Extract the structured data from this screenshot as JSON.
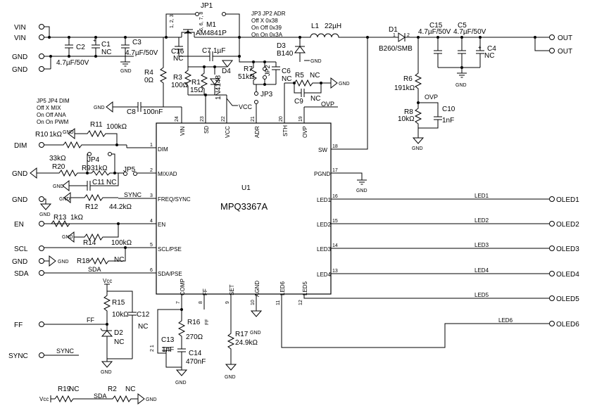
{
  "ic": {
    "ref": "U1",
    "part": "MPQ3367A"
  },
  "left_pins": [
    {
      "num": "1",
      "name": "DIM"
    },
    {
      "num": "2",
      "name": "MIX/AD"
    },
    {
      "num": "3",
      "name": "FREQ/SYNC"
    },
    {
      "num": "4",
      "name": "EN"
    },
    {
      "num": "5",
      "name": "SCL/PSE"
    },
    {
      "num": "6",
      "name": "SDA/PSE"
    }
  ],
  "right_pins": [
    {
      "num": "18",
      "name": "SW"
    },
    {
      "num": "17",
      "name": "PGND"
    },
    {
      "num": "16",
      "name": "LED1"
    },
    {
      "num": "15",
      "name": "LED2"
    },
    {
      "num": "14",
      "name": "LED3"
    },
    {
      "num": "13",
      "name": "LED4"
    }
  ],
  "top_pins": [
    {
      "num": "24",
      "name": "VIN"
    },
    {
      "num": "23",
      "name": "SD"
    },
    {
      "num": "22",
      "name": "VCC"
    },
    {
      "num": "21",
      "name": "ADR"
    },
    {
      "num": "20",
      "name": "STH"
    },
    {
      "num": "19",
      "name": "OVP"
    }
  ],
  "bottom_pins": [
    {
      "num": "7",
      "name": "COMP"
    },
    {
      "num": "8",
      "name": "FF"
    },
    {
      "num": "9",
      "name": "SET"
    },
    {
      "num": "10",
      "name": "AGND"
    },
    {
      "num": "11",
      "name": "LED6"
    },
    {
      "num": "12",
      "name": "LED5"
    }
  ],
  "input_connectors": [
    {
      "label": "VIN"
    },
    {
      "label": "VIN"
    },
    {
      "label": "GND"
    },
    {
      "label": "GND"
    },
    {
      "label": "DIM"
    },
    {
      "label": "GND"
    },
    {
      "label": "GND"
    },
    {
      "label": "EN"
    },
    {
      "label": "SCL"
    },
    {
      "label": "GND"
    },
    {
      "label": "SDA"
    },
    {
      "label": "FF"
    },
    {
      "label": "SYNC"
    }
  ],
  "output_connectors": [
    {
      "label": "OUT"
    },
    {
      "label": "OUT"
    },
    {
      "label": "OLED1"
    },
    {
      "label": "OLED2"
    },
    {
      "label": "OLED3"
    },
    {
      "label": "OLED4"
    },
    {
      "label": "OLED5"
    },
    {
      "label": "OLED6"
    }
  ],
  "net_labels": {
    "led": [
      "LED1",
      "LED2",
      "LED3",
      "LED4",
      "LED5",
      "LED6"
    ],
    "sync": "SYNC",
    "sda": "SDA",
    "ff": "FF",
    "ovp": "OVP",
    "vcc": "VCC",
    "vcc_small": "Vcc",
    "vcc_small2": "Vcc"
  },
  "gnd_label": "GND",
  "jp_tables": {
    "adr": {
      "header": "JP3 JP2 ADR",
      "rows": [
        "Off X    0x38",
        "On  Off  0x39",
        "On  On  0x3A"
      ]
    },
    "dim": {
      "header": "JP5 JP4 DIM",
      "rows": [
        "Off X    MIX",
        "On  Off  ANA",
        "On  On  PWM"
      ]
    }
  },
  "components": {
    "C2": {
      "ref": "C2"
    },
    "C1": {
      "ref": "C1",
      "value": "NC"
    },
    "C3": {
      "ref": "C3",
      "value": "4.7µF/50V"
    },
    "C2_val": "4.7µF/50V",
    "JP1": {
      "ref": "JP1"
    },
    "M1": {
      "ref": "M1",
      "value": "AM4841P",
      "pins_a": "1, 2, 3",
      "pins_b": "5, 6, 7, 8"
    },
    "C16": {
      "ref": "C16",
      "value": "NC"
    },
    "C7": {
      "ref": "C7",
      "value": "1µF"
    },
    "R4": {
      "ref": "R4",
      "value": "0Ω"
    },
    "R3": {
      "ref": "R3",
      "value": "100Ω"
    },
    "R1": {
      "ref": "R1",
      "value": "15Ω"
    },
    "D4": {
      "ref": "D4",
      "value": "1N4148"
    },
    "D3": {
      "ref": "D3",
      "value": "B140"
    },
    "R7": {
      "ref": "R7",
      "value": "51kΩ"
    },
    "JP2": {
      "ref": "JP2"
    },
    "JP3": {
      "ref": "JP3"
    },
    "C6": {
      "ref": "C6",
      "value": "NC"
    },
    "R5": {
      "ref": "R5",
      "value": "NC"
    },
    "C9": {
      "ref": "C9",
      "value": "NC"
    },
    "L1": {
      "ref": "L1",
      "value": "22µH"
    },
    "D1": {
      "ref": "D1",
      "value": "B260/SMB",
      "pin1": "1",
      "pin2": "2"
    },
    "C15": {
      "ref": "C15",
      "value": "4.7µF/50V"
    },
    "C5": {
      "ref": "C5",
      "value": "4.7µF/50V"
    },
    "C4": {
      "ref": "C4",
      "value": "NC"
    },
    "R6": {
      "ref": "R6",
      "value": "191kΩ"
    },
    "R8": {
      "ref": "R8",
      "value": "10kΩ"
    },
    "C10": {
      "ref": "C10",
      "value": "1nF"
    },
    "C8": {
      "ref": "C8",
      "value": "100nF"
    },
    "R11": {
      "ref": "R11",
      "value": "100kΩ"
    },
    "R10": {
      "ref": "R10",
      "value": "1kΩ"
    },
    "R20": {
      "ref": "R20",
      "value": "33kΩ"
    },
    "JP4": {
      "ref": "JP4"
    },
    "R9": {
      "ref": "R9",
      "value": "31kΩ"
    },
    "JP5": {
      "ref": "JP5"
    },
    "C11": {
      "ref": "C11",
      "value": "NC"
    },
    "R12": {
      "ref": "R12",
      "value": "44.2kΩ"
    },
    "R13": {
      "ref": "R13",
      "value": "1kΩ"
    },
    "R14": {
      "ref": "R14",
      "value": "100kΩ"
    },
    "R18": {
      "ref": "R18",
      "value": "NC"
    },
    "R15": {
      "ref": "R15",
      "value": "10kΩ"
    },
    "C12": {
      "ref": "C12",
      "value": "NC"
    },
    "D2": {
      "ref": "D2",
      "value": "NC"
    },
    "R16": {
      "ref": "R16",
      "value": "270Ω"
    },
    "C13": {
      "ref": "C13",
      "value": "1nF",
      "pins": "2 1"
    },
    "C14": {
      "ref": "C14",
      "value": "470nF"
    },
    "R17": {
      "ref": "R17",
      "value": "24.9kΩ"
    },
    "R19": {
      "ref": "R19",
      "value": "NC"
    },
    "R2": {
      "ref": "R2",
      "value": "NC"
    }
  }
}
